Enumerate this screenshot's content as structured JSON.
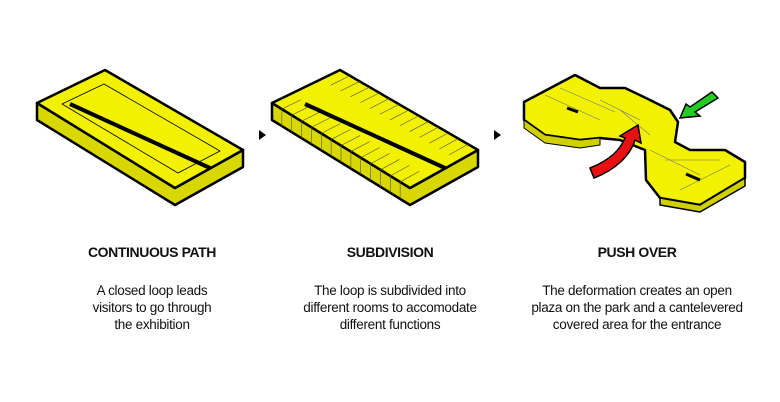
{
  "steps": [
    {
      "title": "CONTINUOUS PATH",
      "desc": [
        "A closed loop leads",
        "visitors to go through",
        "the exhibition"
      ]
    },
    {
      "title": "SUBDIVISION",
      "desc": [
        "The loop is subdivided into",
        "different rooms to accomodate",
        "different functions"
      ]
    },
    {
      "title": "PUSH OVER",
      "desc": [
        "The deformation creates an open",
        "plaza on the park and a cantelevered",
        "covered area for the entrance"
      ]
    }
  ],
  "colors": {
    "volume": "#f2f200",
    "outline": "#000000",
    "arrow_red": "#e81010",
    "arrow_green": "#22cc22"
  }
}
